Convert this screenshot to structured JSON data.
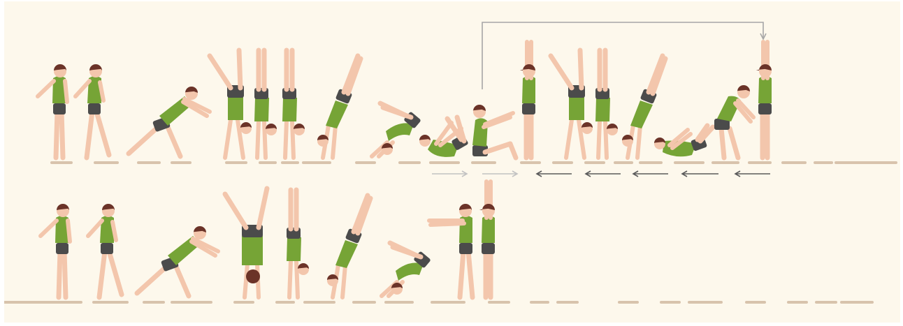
{
  "colors": {
    "background": "#fdf8ec",
    "skin": "#f3c6ac",
    "skin_shade": "#e8ad90",
    "shirt": "#76a436",
    "shirt_dark": "#5f8b28",
    "shorts": "#4b4b4b",
    "hair": "#6b3328",
    "floor": "#d8c3ac",
    "arrow_light": "#c2c2c2",
    "arrow_dark": "#5a5a5a",
    "connector": "#a6a6a6"
  },
  "rows": [
    {
      "name": "row-1",
      "figures": [
        {
          "pose": "stand-arm-side"
        },
        {
          "pose": "step-forward"
        },
        {
          "pose": "lunge-reach"
        },
        {
          "pose": "inverted-split"
        },
        {
          "pose": "handstand-straight"
        },
        {
          "pose": "handstand-straight"
        },
        {
          "pose": "handstand-tilt"
        },
        {
          "pose": "bridge-roll"
        },
        {
          "pose": "backward-roll-tuck"
        },
        {
          "pose": "sit-up-reach"
        },
        {
          "pose": "stand-arms-up"
        },
        {
          "pose": "inverted-split"
        },
        {
          "pose": "handstand-straight"
        },
        {
          "pose": "handstand-tilt"
        },
        {
          "pose": "roll-tuck"
        },
        {
          "pose": "squat-rise"
        },
        {
          "pose": "stand-arms-up"
        }
      ],
      "arrows": [
        {
          "direction": "right",
          "tone": "light"
        },
        {
          "direction": "right",
          "tone": "light"
        },
        {
          "direction": "left",
          "tone": "dark"
        },
        {
          "direction": "left",
          "tone": "dark"
        },
        {
          "direction": "left",
          "tone": "dark"
        },
        {
          "direction": "left",
          "tone": "dark"
        },
        {
          "direction": "left",
          "tone": "dark"
        }
      ]
    },
    {
      "name": "row-2",
      "figures": [
        {
          "pose": "stand-arm-side"
        },
        {
          "pose": "step-forward"
        },
        {
          "pose": "lunge-reach"
        },
        {
          "pose": "handstand-split"
        },
        {
          "pose": "handstand-straight"
        },
        {
          "pose": "handstand-tilt"
        },
        {
          "pose": "bridge-roll"
        },
        {
          "pose": "stand-arms-forward"
        },
        {
          "pose": "stand-arms-up"
        }
      ]
    }
  ]
}
